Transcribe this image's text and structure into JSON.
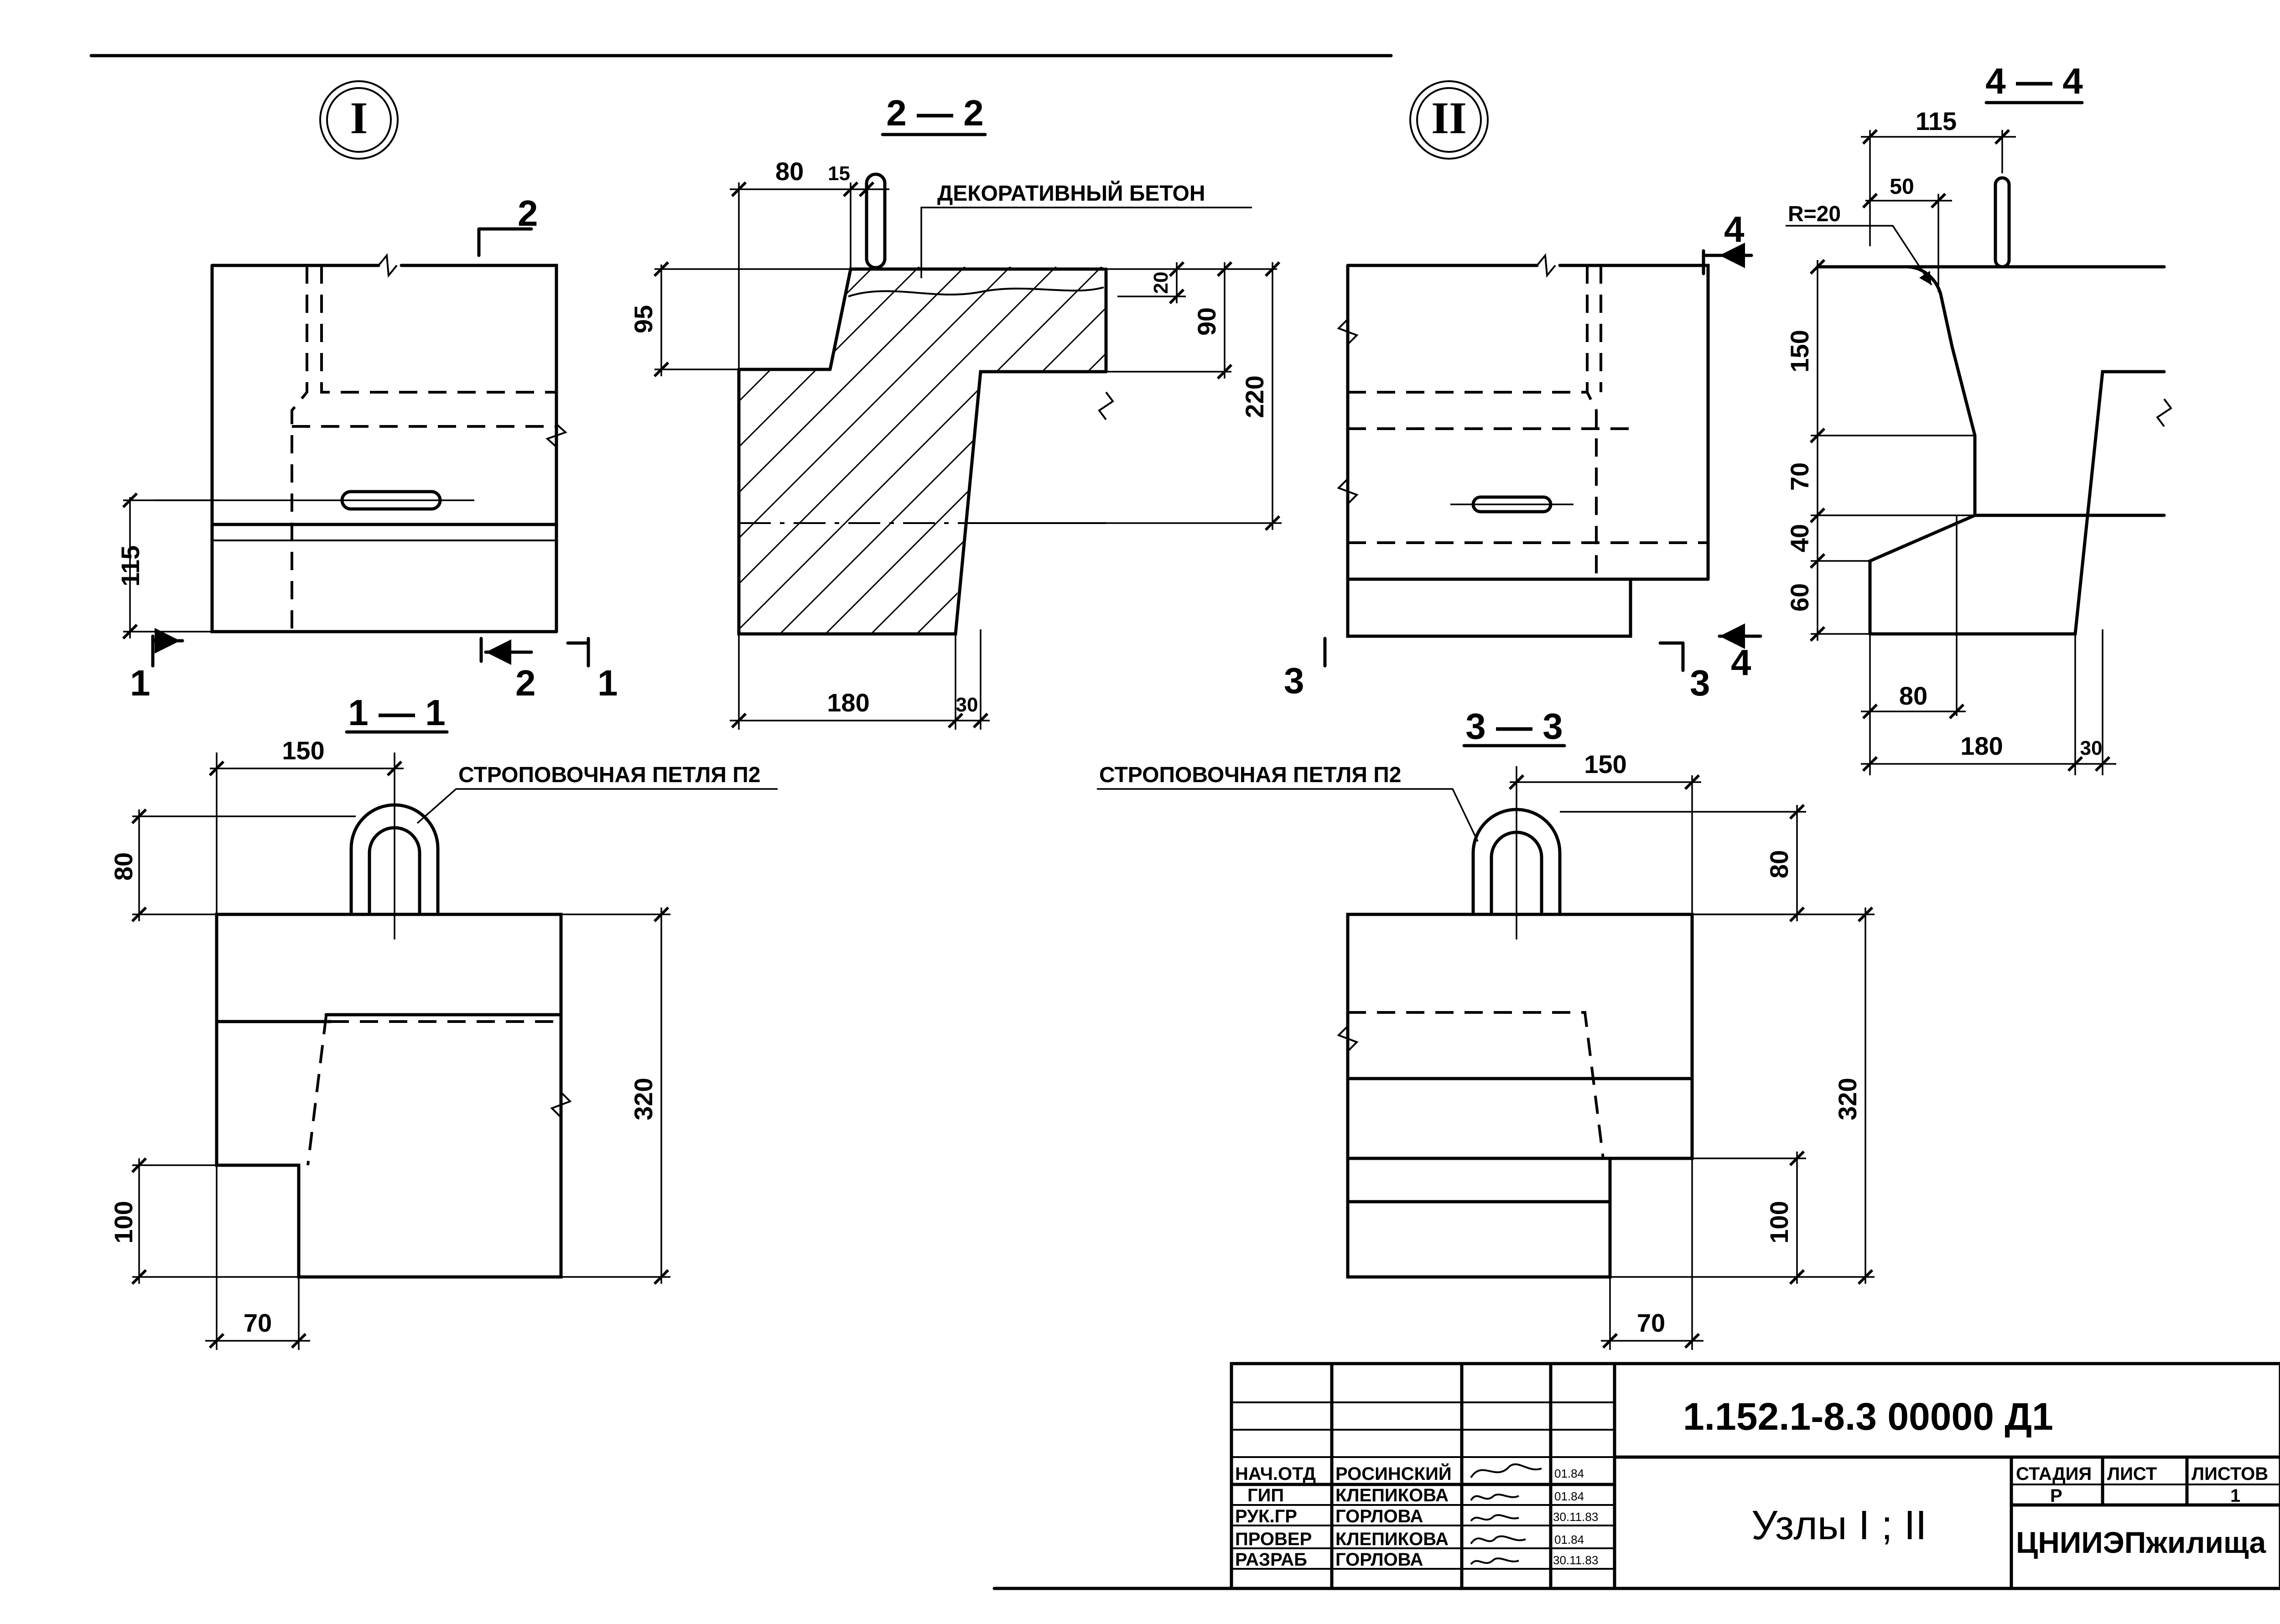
{
  "views": {
    "node1_label": "I",
    "node2_label": "II",
    "sec_2_2": "2 — 2",
    "sec_1_1": "1 — 1",
    "sec_3_3": "3 — 3",
    "sec_4_4": "4 — 4",
    "cut_2": "2",
    "cut_1": "1",
    "cut_3": "3",
    "cut_4": "4"
  },
  "labels": {
    "decorative_concrete": "ДЕКОРАТИВНЫЙ БЕТОН",
    "lifting_loop_1": "СТРОПОВОЧНАЯ ПЕТЛЯ П2",
    "lifting_loop_2": "СТРОПОВОЧНАЯ ПЕТЛЯ П2",
    "radius": "R=20"
  },
  "dims": {
    "n1_115": "115",
    "s22_80": "80",
    "s22_15": "15",
    "s22_95": "95",
    "s22_20": "20",
    "s22_90": "90",
    "s22_220": "220",
    "s22_180": "180",
    "s22_30": "30",
    "s11_150": "150",
    "s11_80": "80",
    "s11_320": "320",
    "s11_100": "100",
    "s11_70": "70",
    "s33_150": "150",
    "s33_80": "80",
    "s33_320": "320",
    "s33_100": "100",
    "s33_70": "70",
    "s44_115": "115",
    "s44_50": "50",
    "s44_150": "150",
    "s44_70": "70",
    "s44_40": "40",
    "s44_60": "60",
    "s44_80": "80",
    "s44_180": "180",
    "s44_30": "30"
  },
  "title_block": {
    "doc_code": "1.152.1-8.3 00000 Д1",
    "title": "Узлы I ; II",
    "stage_header": "СТАДИЯ",
    "sheet_header": "ЛИСТ",
    "sheets_header": "ЛИСТОВ",
    "stage_value": "Р",
    "sheets_value": "1",
    "organization": "ЦНИИЭПжилища",
    "rows": [
      {
        "role": "НАЧ.ОТД",
        "name": "РОСИНСКИЙ",
        "date": "01.84"
      },
      {
        "role": "ГИП",
        "name": "КЛЕПИКОВА",
        "date": "01.84"
      },
      {
        "role": "РУК.ГР",
        "name": "ГОРЛОВА",
        "date": "30.11.83"
      },
      {
        "role": "ПРОВЕР",
        "name": "КЛЕПИКОВА",
        "date": "01.84"
      },
      {
        "role": "РАЗРАБ",
        "name": "ГОРЛОВА",
        "date": "30.11.83"
      }
    ]
  }
}
